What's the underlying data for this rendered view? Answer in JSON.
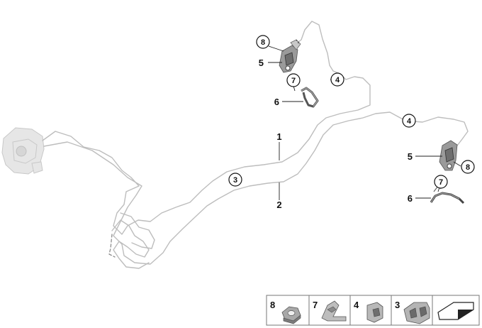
{
  "callouts": {
    "c8_top": "8",
    "c5_top": "5",
    "c7_top": "7",
    "c6_top": "6",
    "c4_top": "4",
    "c1": "1",
    "c3": "3",
    "c2": "2",
    "c4_right": "4",
    "c5_right": "5",
    "c8_right": "8",
    "c7_right": "7",
    "c6_right": "6"
  },
  "legend": {
    "items": [
      {
        "number": "8",
        "part": "hex-nut"
      },
      {
        "number": "7",
        "part": "bracket-clip"
      },
      {
        "number": "4",
        "part": "single-line-clip"
      },
      {
        "number": "3",
        "part": "double-line-clip"
      }
    ]
  },
  "colors": {
    "tube": "#bdbdbd",
    "part": "#9a9a9a",
    "background": "#ffffff"
  }
}
